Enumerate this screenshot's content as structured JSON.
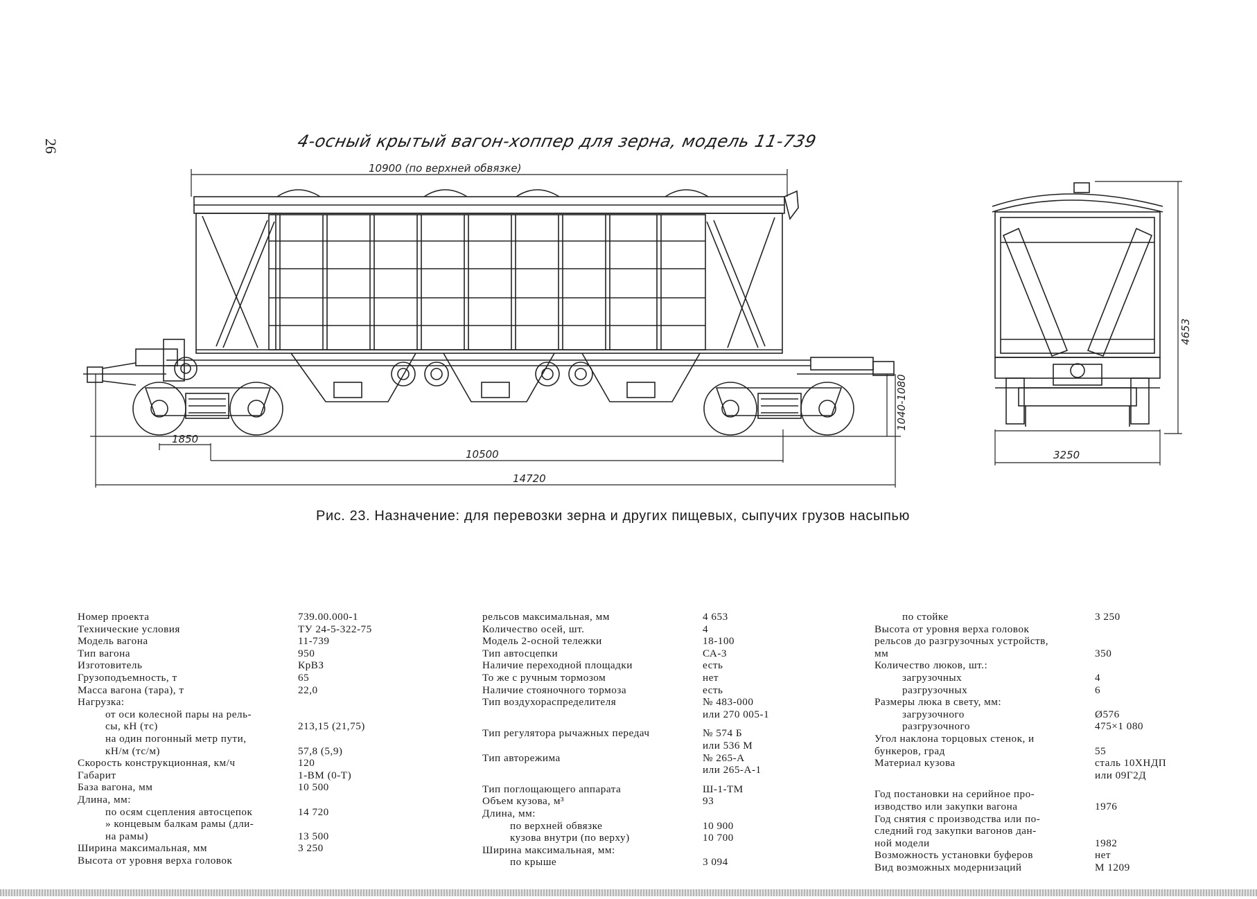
{
  "page_number": "26",
  "drawing": {
    "title": "4-осный крытый вагон-хоппер для зерна, модель 11-739",
    "dimensions": {
      "top_length": "10900 (по верхней обвязке)",
      "bogie_base": "1850",
      "wagon_base": "10500",
      "coupler_length": "14720",
      "coupler_height": "1040-1080",
      "height": "4653",
      "width": "3250"
    }
  },
  "caption": "Рис. 23. Назначение: для перевозки зерна и других пищевых, сыпучих грузов насыпью",
  "specs": {
    "col1": [
      {
        "label": "Номер проекта",
        "value": "739.00.000-1",
        "indent": 0
      },
      {
        "label": "Технические условия",
        "value": "ТУ 24-5-322-75",
        "indent": 0
      },
      {
        "label": "Модель вагона",
        "value": "11-739",
        "indent": 0
      },
      {
        "label": "Тип вагона",
        "value": "950",
        "indent": 0
      },
      {
        "label": "Изготовитель",
        "value": "КрВЗ",
        "indent": 0
      },
      {
        "label": "Грузоподъемность, т",
        "value": "65",
        "indent": 0
      },
      {
        "label": "Масса вагона (тара), т",
        "value": "22,0",
        "indent": 0
      },
      {
        "label": "Нагрузка:",
        "value": "",
        "indent": 0
      },
      {
        "label": "от оси колесной пары на рель-",
        "value": "",
        "indent": 1
      },
      {
        "label": "сы, кН (тс)",
        "value": "213,15 (21,75)",
        "indent": 1
      },
      {
        "label": "на один погонный метр пути,",
        "value": "",
        "indent": 1
      },
      {
        "label": "кН/м (тс/м)",
        "value": "57,8 (5,9)",
        "indent": 1
      },
      {
        "label": "Скорость конструкционная, км/ч",
        "value": "120",
        "indent": 0
      },
      {
        "label": "Габарит",
        "value": "1-ВМ (0-Т)",
        "indent": 0
      },
      {
        "label": "База вагона, мм",
        "value": "10 500",
        "indent": 0
      },
      {
        "label": "Длина, мм:",
        "value": "",
        "indent": 0
      },
      {
        "label": "по осям сцепления автосцепок",
        "value": "14 720",
        "indent": 1
      },
      {
        "label": "» концевым балкам рамы (дли-",
        "value": "",
        "indent": 1
      },
      {
        "label": "на рамы)",
        "value": "13 500",
        "indent": 1
      },
      {
        "label": "Ширина максимальная, мм",
        "value": "3 250",
        "indent": 0
      },
      {
        "label": "Высота от уровня верха головок",
        "value": "",
        "indent": 0
      }
    ],
    "col2": [
      {
        "label": "рельсов максимальная, мм",
        "value": "4 653",
        "indent": 0
      },
      {
        "label": "Количество осей, шт.",
        "value": "4",
        "indent": 0
      },
      {
        "label": "Модель 2-осной тележки",
        "value": "18-100",
        "indent": 0
      },
      {
        "label": "Тип автосцепки",
        "value": "СА-3",
        "indent": 0
      },
      {
        "label": "Наличие переходной площадки",
        "value": "есть",
        "indent": 0
      },
      {
        "label": "То же с ручным тормозом",
        "value": "нет",
        "indent": 0
      },
      {
        "label": "Наличие стояночного тормоза",
        "value": "есть",
        "indent": 0
      },
      {
        "label": "Тип воздухораспределителя",
        "value": "№ 483-000",
        "indent": 0
      },
      {
        "label": "",
        "value": "или 270 005-1",
        "indent": 0
      },
      {
        "label": "",
        "value": "",
        "indent": 0,
        "gap": true
      },
      {
        "label": "Тип регулятора рычажных передач",
        "value": "№ 574 Б",
        "indent": 0
      },
      {
        "label": "",
        "value": "или 536 М",
        "indent": 0
      },
      {
        "label": "Тип авторежима",
        "value": "№ 265-А",
        "indent": 0
      },
      {
        "label": "",
        "value": "или 265-А-1",
        "indent": 0
      },
      {
        "label": "",
        "value": "",
        "indent": 0,
        "gap": true
      },
      {
        "label": "Тип поглощающего аппарата",
        "value": "Ш-1-ТМ",
        "indent": 0
      },
      {
        "label": "Объем кузова, м³",
        "value": "93",
        "indent": 0
      },
      {
        "label": "Длина, мм:",
        "value": "",
        "indent": 0
      },
      {
        "label": "по верхней обвязке",
        "value": "10 900",
        "indent": 1
      },
      {
        "label": "кузова внутри (по верху)",
        "value": "10 700",
        "indent": 1
      },
      {
        "label": "Ширина максимальная, мм:",
        "value": "",
        "indent": 0
      },
      {
        "label": "по крыше",
        "value": "3 094",
        "indent": 1
      }
    ],
    "col3": [
      {
        "label": "по стойке",
        "value": "3 250",
        "indent": 1
      },
      {
        "label": "Высота от уровня верха головок",
        "value": "",
        "indent": 0
      },
      {
        "label": "рельсов до разгрузочных устройств,",
        "value": "",
        "indent": 0
      },
      {
        "label": "мм",
        "value": "350",
        "indent": 0
      },
      {
        "label": "Количество люков, шт.:",
        "value": "",
        "indent": 0
      },
      {
        "label": "загрузочных",
        "value": "4",
        "indent": 1
      },
      {
        "label": "разгрузочных",
        "value": "6",
        "indent": 1
      },
      {
        "label": "Размеры люка в свету, мм:",
        "value": "",
        "indent": 0
      },
      {
        "label": "загрузочного",
        "value": "Ø576",
        "indent": 1
      },
      {
        "label": "разгрузочного",
        "value": "475×1 080",
        "indent": 1
      },
      {
        "label": "Угол наклона торцовых стенок, и",
        "value": "",
        "indent": 0
      },
      {
        "label": "бункеров, град",
        "value": "55",
        "indent": 0
      },
      {
        "label": "Материал кузова",
        "value": "сталь 10ХНДП",
        "indent": 0
      },
      {
        "label": "",
        "value": "или 09Г2Д",
        "indent": 0
      },
      {
        "label": "",
        "value": "",
        "indent": 0,
        "gap": true
      },
      {
        "label": "Год постановки на серийное про-",
        "value": "",
        "indent": 0
      },
      {
        "label": "изводство или закупки вагона",
        "value": "1976",
        "indent": 0
      },
      {
        "label": "Год снятия с производства или по-",
        "value": "",
        "indent": 0
      },
      {
        "label": "следний год закупки вагонов дан-",
        "value": "",
        "indent": 0
      },
      {
        "label": "ной модели",
        "value": "1982",
        "indent": 0
      },
      {
        "label": "Возможность установки буферов",
        "value": "нет",
        "indent": 0
      },
      {
        "label": "Вид возможных модернизаций",
        "value": "М 1209",
        "indent": 0
      }
    ]
  }
}
